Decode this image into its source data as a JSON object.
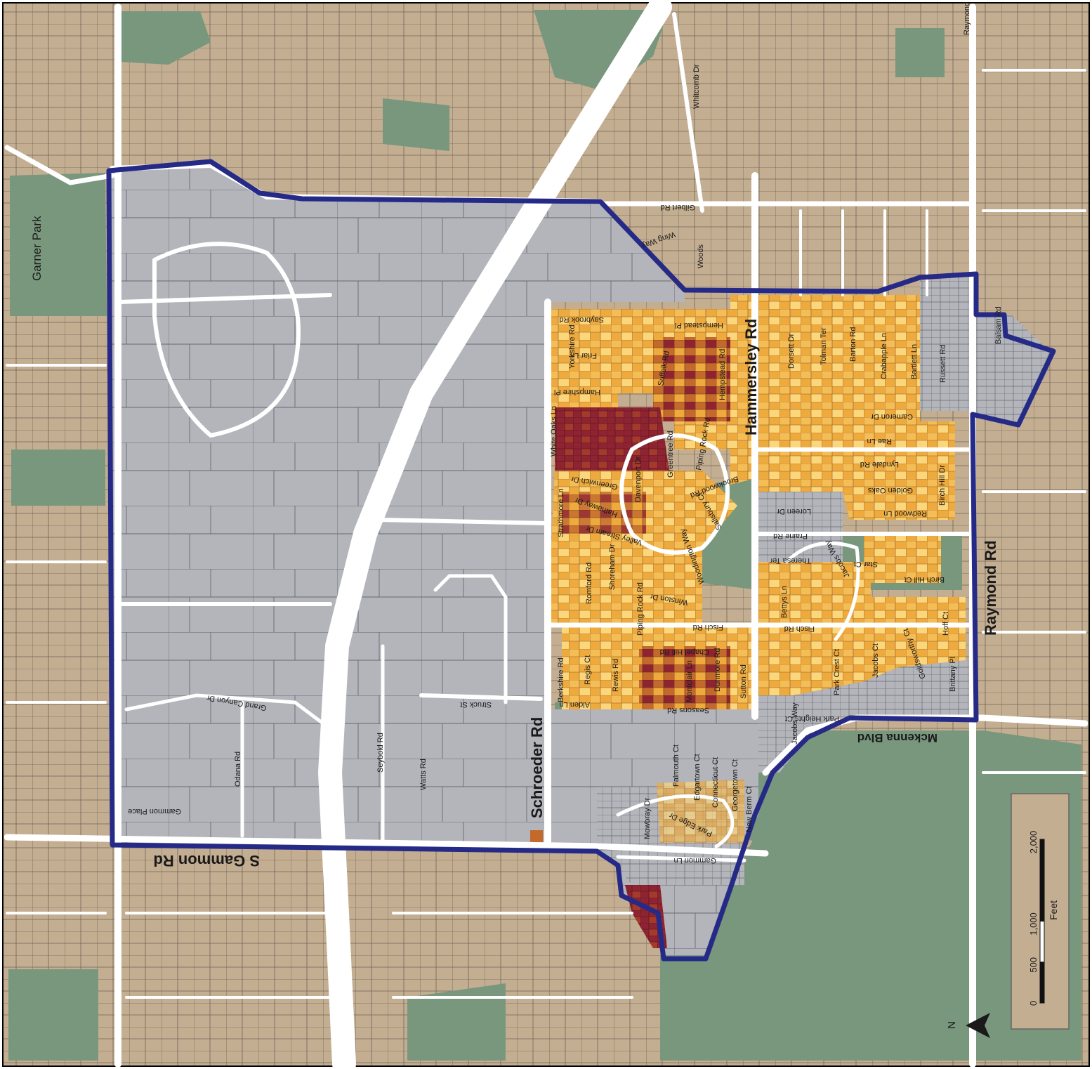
{
  "colors": {
    "residential": "#c4ae92",
    "study_area": "#b3b5bb",
    "park": "#78977d",
    "boundary": "#262a87",
    "road": "#ffffff",
    "parcel_line": "#6e6357",
    "class_light": "#fcd67a",
    "class_mid": "#eeaa3d",
    "class_high": "#c3692b",
    "class_top": "#8e2331"
  },
  "labels": {
    "major": {
      "hammersley": "Hammersley Rd",
      "schroeder": "Schroeder Rd",
      "raymond": "Raymond Rd",
      "gammon": "S Gammon Rd",
      "mckenna": "Mckenna Blvd"
    },
    "park": {
      "garner": "Garner Park"
    },
    "minor": {
      "gilbert": "Gilbert Rd",
      "whitcomb": "Whitcomb Dr",
      "woods": "Woods",
      "wing_way": "Wing Way",
      "hempstead_pl": "Hempstead Pl",
      "hempstead_rd": "Hempstead Rd",
      "saybrook": "Saybrook Rd",
      "yorkshire": "Yorkshire Rd",
      "friar": "Friar Ln",
      "hampshire": "Hampshire Pl",
      "suffolk": "Suffolk Rd",
      "dorsett": "Dorsett Dr",
      "tolman": "Tolman Ter",
      "barton": "Barton Rd",
      "crabapple": "Crabapple Ln",
      "bartlett": "Bartlett Ln",
      "russett": "Russett Rd",
      "balsam": "Balsam Rd",
      "cameron": "Cameron Dr",
      "rae": "Rae Ln",
      "lyndale": "Lyndale Rd",
      "golden_oaks": "Golden Oaks",
      "redwood": "Redwood Ln",
      "birch_hill_dr": "Birch Hill Dr",
      "birch_hill_ct": "Birch Hill Ct",
      "star": "Star Ct",
      "white_oaks": "White Oaks Ln",
      "greentree": "Greentree Rd",
      "piping_rock": "Piping Rock Rd",
      "piping_rock_s": "Piping Rock Rd",
      "brookwood": "Brookwood Rd",
      "greenwich": "Greenwich Dr",
      "davenport": "Davenport Dr",
      "salisbury": "Salisbury Ct",
      "strathmore": "Strathmore Ln",
      "hathaway": "Hathaway Dr",
      "valley_stream": "Valley Stream Dr",
      "woodington": "Woodington Way",
      "romford": "Romford Rd",
      "shoreham": "Shoreham Dr",
      "winston": "Winston Dr",
      "lorraine": "Loreen Dr",
      "prairie": "Prairie Rd",
      "theresa": "Theresa Ter",
      "flagstone": "Jacobs Way",
      "bettys": "Bettys Ln",
      "fisch": "Fisch Rd",
      "fisch_e": "Fisch Rd",
      "hoff": "Hoff Ct",
      "chapel_hill": "Chapel Hill Rd",
      "montclair": "Montclair Ln",
      "dunmore": "Dunmore Rd",
      "sutton": "Sutton Rd",
      "seasons": "Seasons Rd",
      "park_crest": "Park Crest Ct",
      "jacobs_ct": "Jacobs Ct",
      "jacobs_way": "Jacobs Way",
      "park_heights": "Park Heights Ct",
      "britany": "Brittany Pl",
      "goldsworthy": "Goldsworthy Ct",
      "birkshire": "Berkshire Rd",
      "regis": "Regis Ct",
      "rewis": "Rewis Rd",
      "alden": "Alden Ln",
      "struck": "Struck St",
      "grand_canyon": "Grand Canyon Dr",
      "odana": "Odana Rd",
      "seybold": "Seybold Rd",
      "watts": "Watts Rd",
      "falmouth": "Falmouth Ct",
      "edgartown": "Edgartown Ct",
      "connecticut": "Connecticut Ct",
      "georgetown": "Georgetown Ct",
      "new_berm": "New Berm Ct",
      "park_edge": "Park Edge Dr",
      "mowbray": "Mowbray Dr",
      "gammon_ln": "Gammon Ln",
      "gammon_pl": "Gammon Place",
      "raymond_top": "Raymond"
    }
  },
  "scale_bar": {
    "ticks": [
      "0",
      "500",
      "1,000",
      "2,000"
    ],
    "tick_values": [
      0,
      500,
      1000,
      2000
    ],
    "unit": "Feet"
  },
  "north_arrow": {
    "label": "N"
  }
}
